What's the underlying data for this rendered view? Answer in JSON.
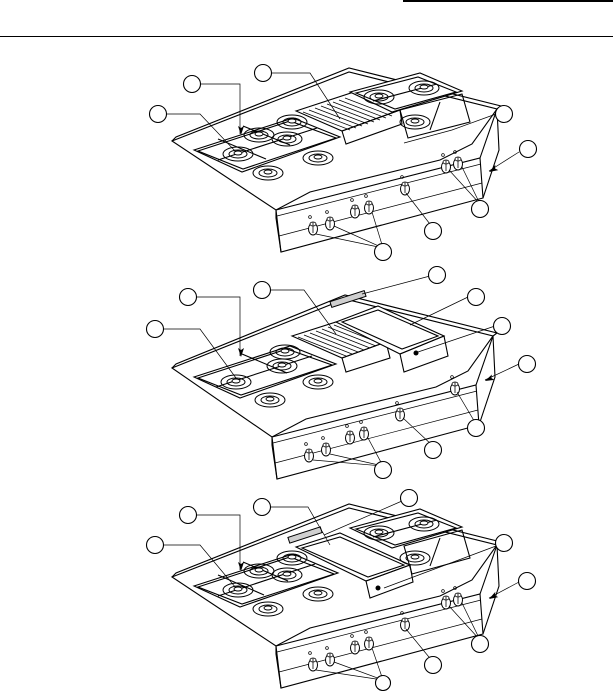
{
  "figures": [
    {
      "name": "rangetop-6-burner-grill"
    },
    {
      "name": "rangetop-4-burner-grill-griddle"
    },
    {
      "name": "rangetop-6-burner-griddle"
    }
  ]
}
